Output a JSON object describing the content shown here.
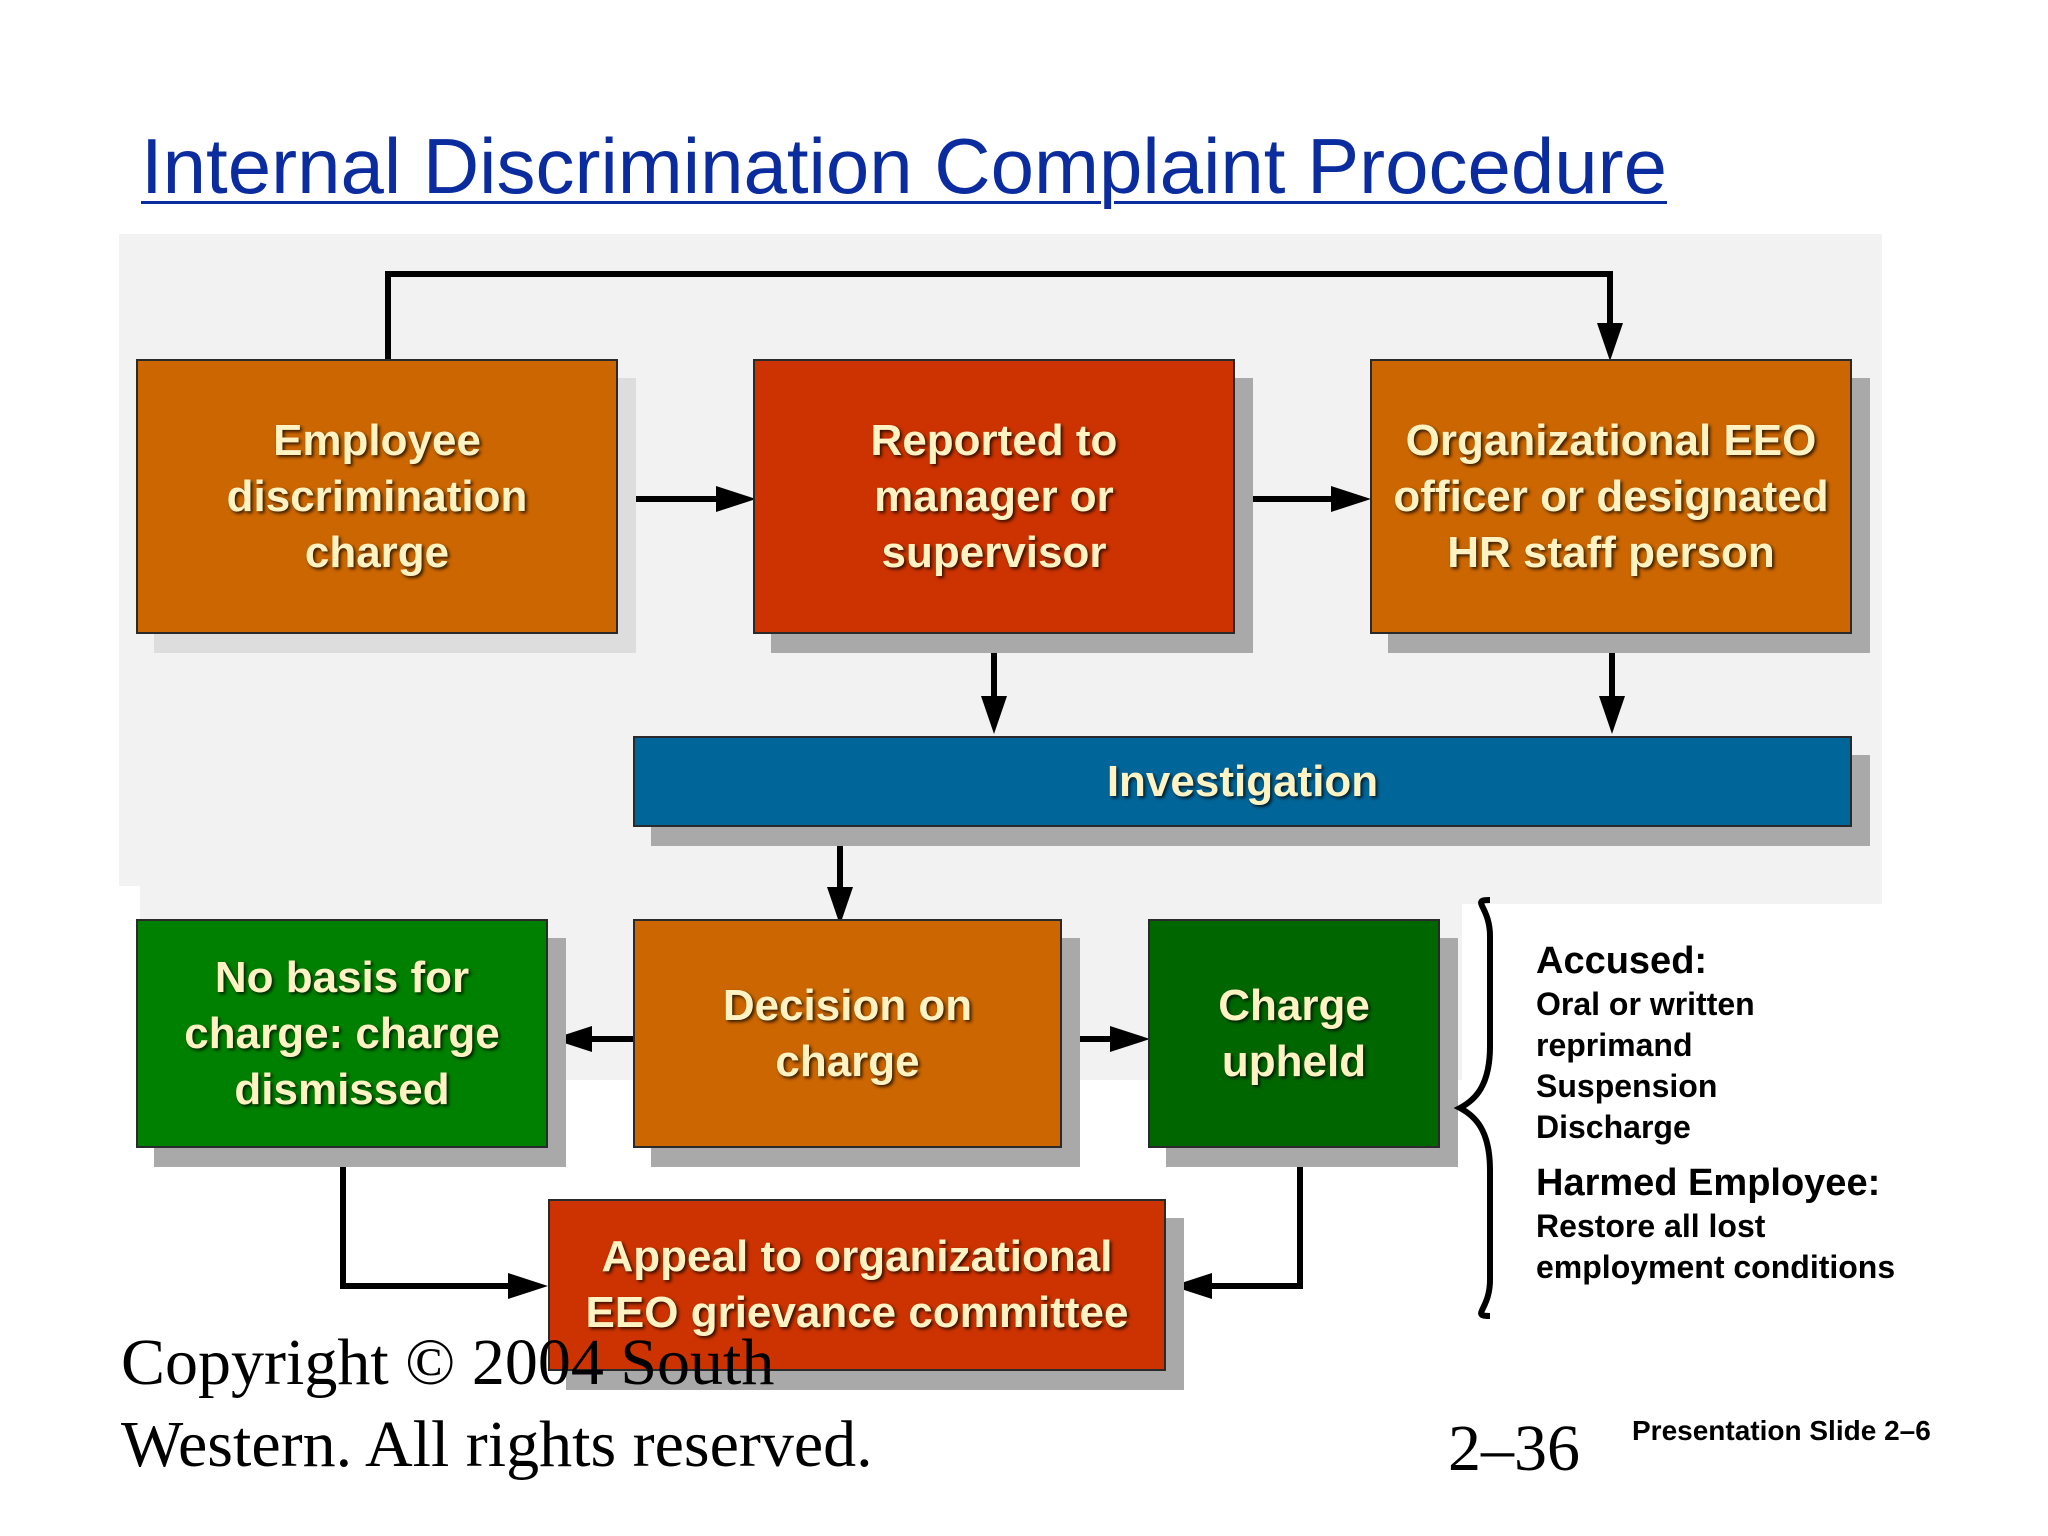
{
  "title": "Internal Discrimination Complaint Procedure",
  "boxes": {
    "employee_charge": "Employee discrimination charge",
    "reported": "Reported to manager or supervisor",
    "eeo_officer": "Organizational EEO officer or designated HR staff person",
    "investigation": "Investigation",
    "no_basis": "No basis for charge: charge dismissed",
    "decision": "Decision on charge",
    "upheld": "Charge upheld",
    "appeal": "Appeal to organizational EEO grievance committee"
  },
  "outcomes": {
    "accused_heading": "Accused:",
    "accused_items": [
      "Oral or written",
      "reprimand",
      "Suspension",
      "Discharge"
    ],
    "harmed_heading": "Harmed Employee:",
    "harmed_items": [
      "Restore all lost",
      "employment conditions"
    ]
  },
  "footer": {
    "copyright_line1": "Copyright © 2004 South",
    "copyright_line2": "Western. All rights reserved.",
    "slide_number": "2–36",
    "slide_label": "Presentation Slide 2–6"
  },
  "colors": {
    "orange": "#cc6600",
    "red": "#cc3300",
    "blue": "#006699",
    "green": "#008000",
    "dark_green": "#006600",
    "title_blue": "#0a2c9e",
    "box_text": "#fff3c4"
  }
}
